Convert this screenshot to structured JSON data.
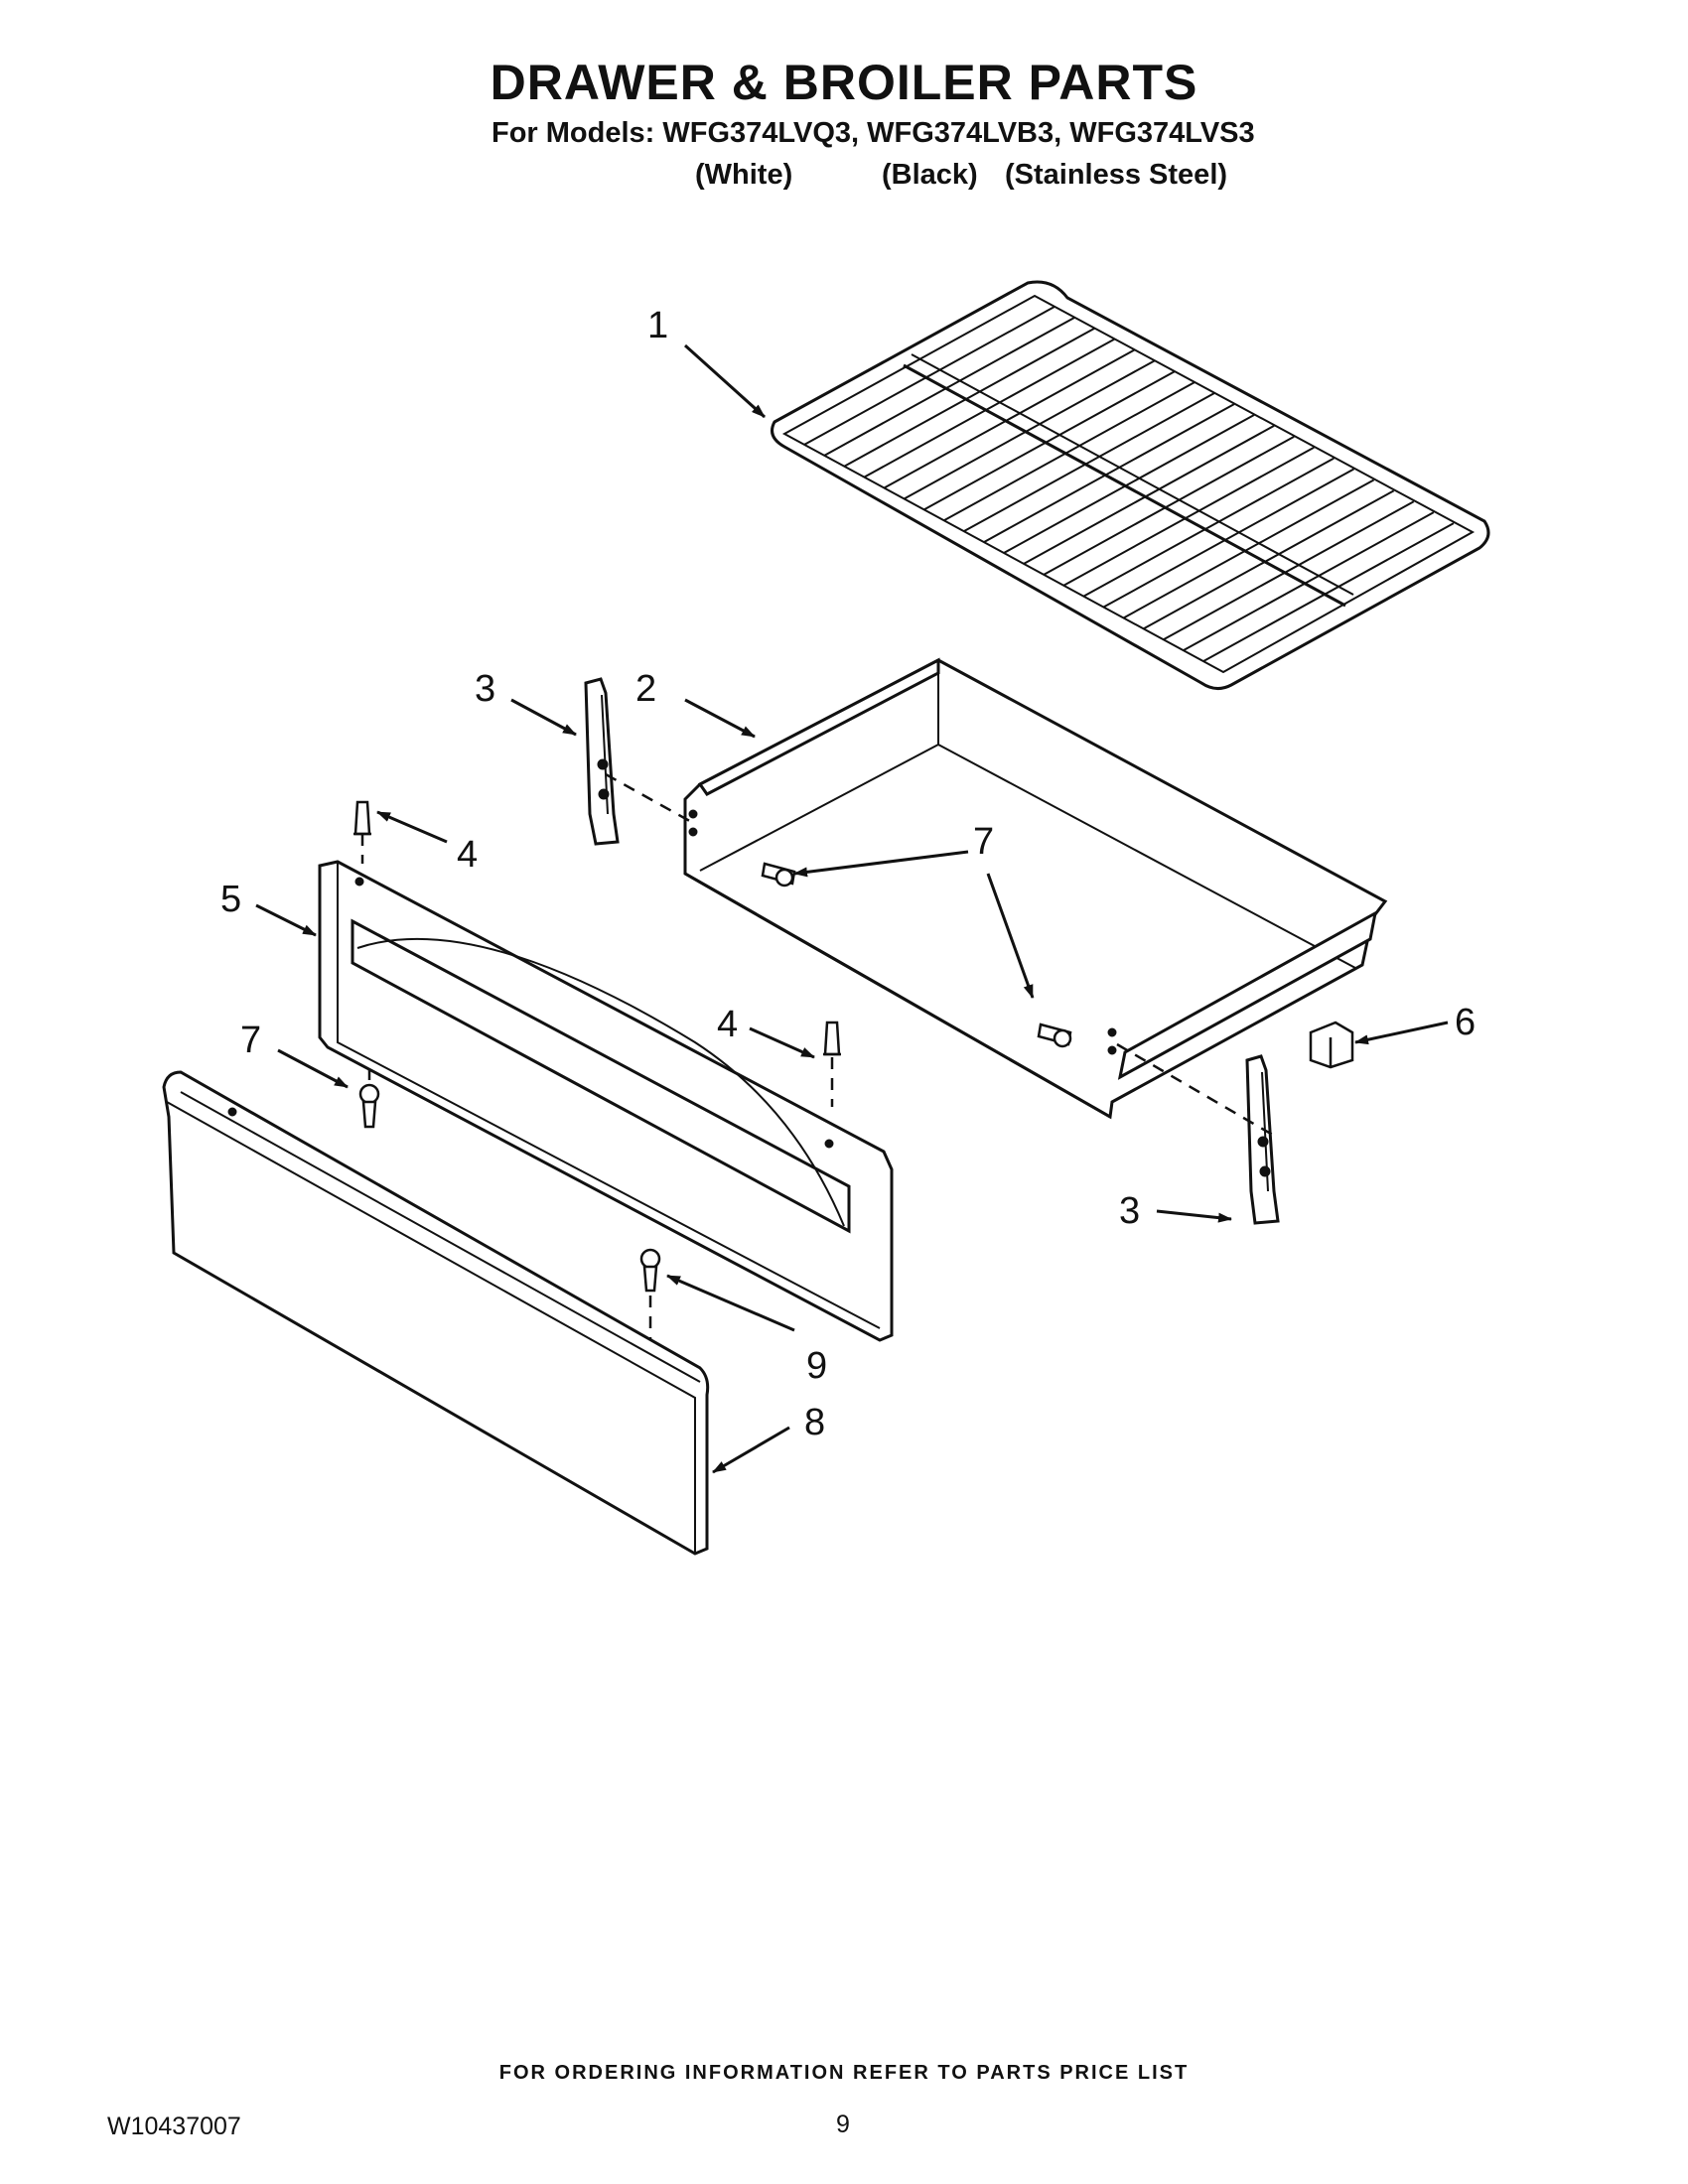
{
  "header": {
    "title": "DRAWER & BROILER PARTS",
    "models_line": "For Models: WFG374LVQ3, WFG374LVB3, WFG374LVS3",
    "variants": [
      "(White)",
      "(Black)",
      "(Stainless Steel)"
    ]
  },
  "callouts": {
    "c1": "1",
    "c2": "2",
    "c3a": "3",
    "c3b": "3",
    "c4a": "4",
    "c4b": "4",
    "c5": "5",
    "c6": "6",
    "c7a": "7",
    "c7b": "7",
    "c8": "8",
    "c9": "9"
  },
  "footer": {
    "ordering_note": "FOR ORDERING INFORMATION REFER TO PARTS PRICE LIST",
    "doc_number": "W10437007",
    "page_number": "9"
  }
}
